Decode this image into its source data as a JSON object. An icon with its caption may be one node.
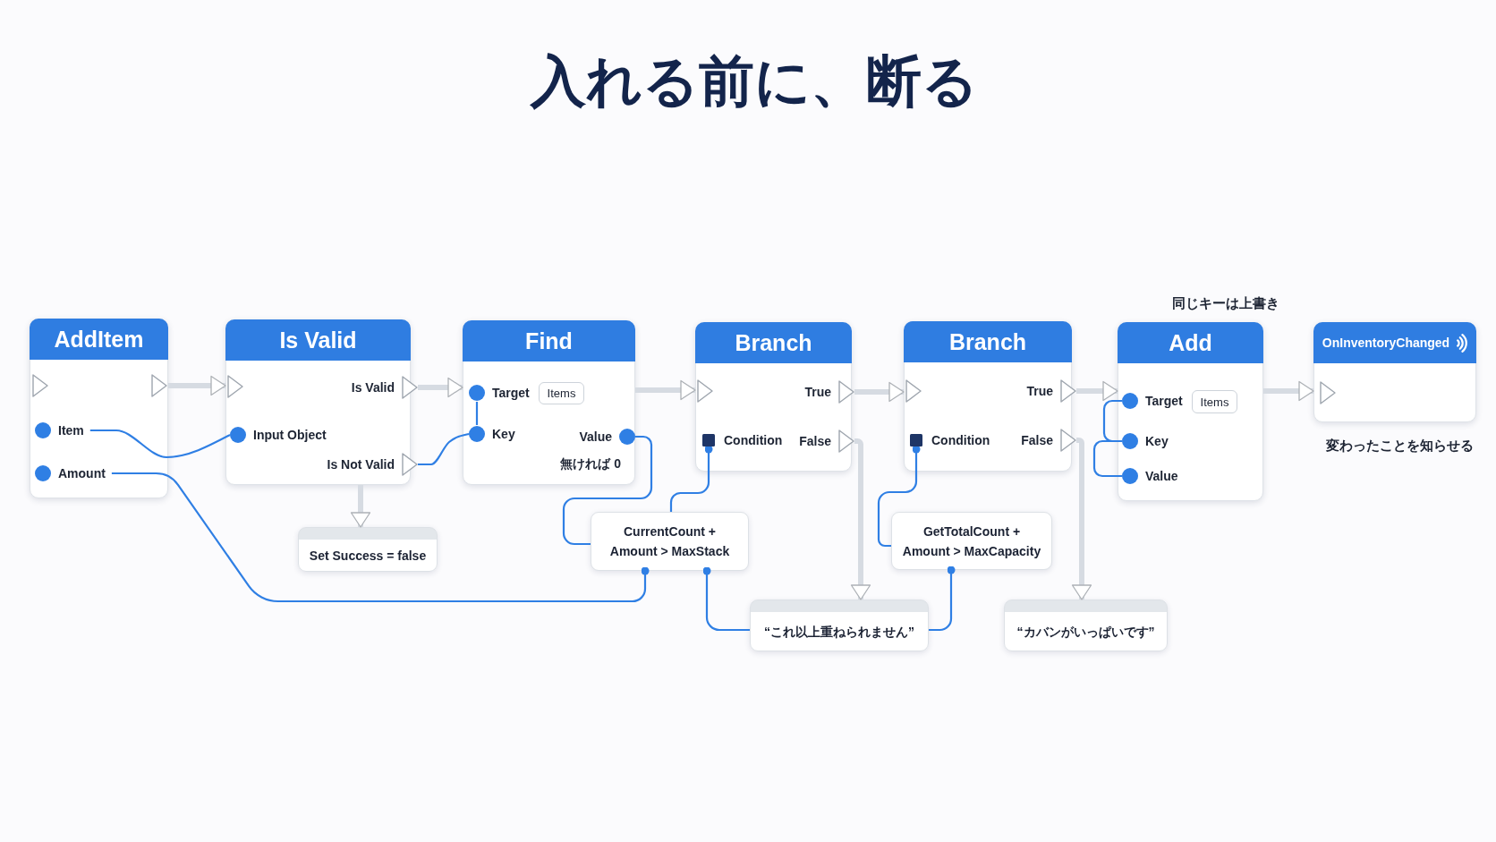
{
  "diagram": {
    "title": "入れる前に、断る",
    "nodes": [
      {
        "text": [
          "AddItem"
        ]
      },
      {
        "text": [
          "Item"
        ],
        "in": 0
      },
      {
        "text": [
          "Amount"
        ],
        "in": 0
      },
      {
        "text": [
          "Is Valid"
        ]
      },
      {
        "text": [
          "Input Object"
        ],
        "in": 3
      },
      {
        "text": [
          "Is Valid"
        ],
        "in": 3
      },
      {
        "text": [
          "Is Not Valid"
        ],
        "in": 3
      },
      {
        "text": [
          "Set Success = false"
        ]
      },
      {
        "text": [
          "Find"
        ]
      },
      {
        "text": [
          "Target"
        ],
        "in": 8
      },
      {
        "text": [
          "Items"
        ],
        "in": 8
      },
      {
        "text": [
          "Key"
        ],
        "in": 8
      },
      {
        "text": [
          "Value"
        ],
        "in": 8,
        "beside": [
          "無ければ 0"
        ]
      },
      {
        "text": [
          "Branch"
        ]
      },
      {
        "text": [
          "True"
        ],
        "in": 13
      },
      {
        "text": [
          "Condition"
        ],
        "in": 13
      },
      {
        "text": [
          "False"
        ],
        "in": 13
      },
      {
        "text": [
          "CurrentCount + Amount > MaxStack"
        ]
      },
      {
        "text": [
          "“これ以上重ねられません”"
        ]
      },
      {
        "text": [
          "Branch"
        ]
      },
      {
        "text": [
          "True"
        ],
        "in": 19
      },
      {
        "text": [
          "Condition"
        ],
        "in": 19
      },
      {
        "text": [
          "False"
        ],
        "in": 19
      },
      {
        "text": [
          "GetTotalCount + Amount > MaxCapacity"
        ]
      },
      {
        "text": [
          "“カバンがいっぱいです”"
        ]
      },
      {
        "text": [
          "Add"
        ],
        "beside": [
          "同じキーは上書き"
        ]
      },
      {
        "text": [
          "Target"
        ],
        "in": 25
      },
      {
        "text": [
          "Items"
        ],
        "in": 25
      },
      {
        "text": [
          "Key"
        ],
        "in": 25
      },
      {
        "text": [
          "Value"
        ],
        "in": 25
      },
      {
        "text": [
          "OnInventoryChanged"
        ],
        "beside": [
          "変わったことを知らせる"
        ]
      }
    ],
    "edges": [
      {
        "from": 0,
        "to": 3,
        "arrow": "to",
        "style": "thick",
        "color": "#d6dbe2"
      },
      {
        "from": 1,
        "to": 4,
        "arrow": "none"
      },
      {
        "from": 17,
        "to": 2,
        "arrow": "other"
      },
      {
        "from": 5,
        "to": 8,
        "arrow": "to",
        "style": "thick",
        "color": "#d6dbe2"
      },
      {
        "from": 6,
        "to": 11,
        "arrow": "none"
      },
      {
        "from": 3,
        "to": 7,
        "arrow": "to",
        "style": "thick",
        "color": "#d6dbe2"
      },
      {
        "from": 9,
        "to": 11,
        "arrow": "none"
      },
      {
        "from": 8,
        "to": 13,
        "arrow": "to",
        "style": "thick",
        "color": "#d6dbe2"
      },
      {
        "from": 12,
        "to": 17,
        "arrow": "none"
      },
      {
        "from": 15,
        "to": 17,
        "arrow": "other"
      },
      {
        "from": 17,
        "to": 18,
        "arrow": "other"
      },
      {
        "from": 14,
        "to": 19,
        "arrow": "to",
        "style": "thick",
        "color": "#d6dbe2"
      },
      {
        "from": 16,
        "to": 18,
        "arrow": "to",
        "style": "thick",
        "color": "#d6dbe2"
      },
      {
        "from": 21,
        "to": 23,
        "arrow": "other"
      },
      {
        "from": 23,
        "to": 18,
        "arrow": "other"
      },
      {
        "from": 20,
        "to": 25,
        "arrow": "to",
        "style": "thick",
        "color": "#d6dbe2"
      },
      {
        "from": 22,
        "to": 24,
        "arrow": "to",
        "style": "thick",
        "color": "#d6dbe2"
      },
      {
        "from": 26,
        "to": 28,
        "arrow": "none"
      },
      {
        "from": 28,
        "to": 29,
        "arrow": "none"
      },
      {
        "from": 25,
        "to": 30,
        "arrow": "to",
        "style": "thick",
        "color": "#d6dbe2"
      }
    ]
  }
}
